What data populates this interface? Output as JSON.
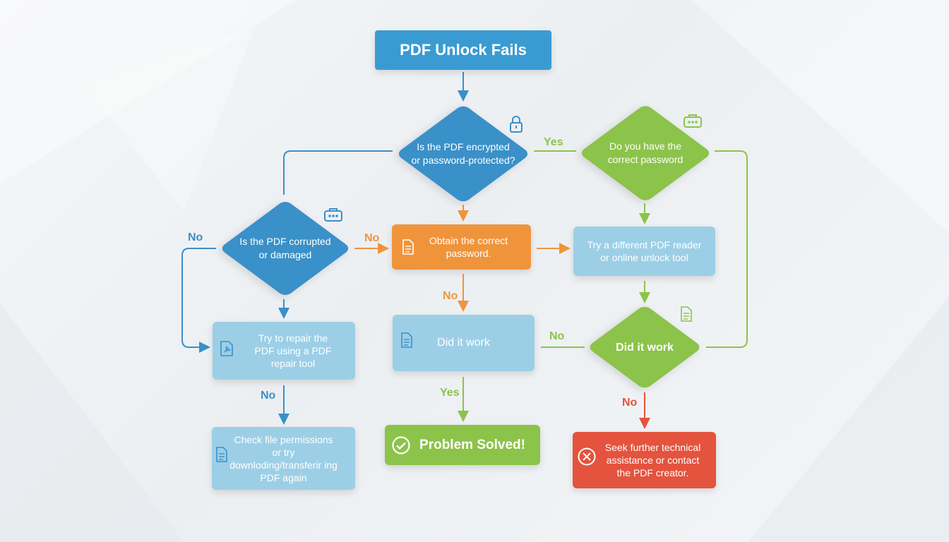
{
  "title": "PDF Unlock Fails",
  "nodes": {
    "encrypted": "Is the PDF encrypted\nor password-protected?",
    "password": "Do you have the\ncorrect password",
    "corrupted": "Is the PDF corrupted\nor damaged",
    "obtain": "Obtain the correct\npassword.",
    "reader": "Try a different PDF reader\nor online unlock tool",
    "repair": "Try to repair the\nPDF using a PDF\nrepair tool",
    "didwork_mid": "Did it work",
    "didwork_right": "Did it work",
    "permissions": "Check file permissions\nor try\ndownloding/transferir ing\nPDF again",
    "solved": "Problem Solved!",
    "seek": "Seek further technical\nassistance or contact\nthe PDF creator."
  },
  "edge_labels": {
    "yes_top": "Yes",
    "no_left": "No",
    "no_mid_left": "No",
    "no_mid_down": "No",
    "no_repair_down": "No",
    "no_right_mid": "No",
    "yes_solved": "Yes",
    "no_seek": "No"
  },
  "colors": {
    "blue": "#3a9bd2",
    "light_blue": "#9ccfe6",
    "green": "#8cc34a",
    "orange": "#f0943c",
    "red": "#e4533d"
  }
}
